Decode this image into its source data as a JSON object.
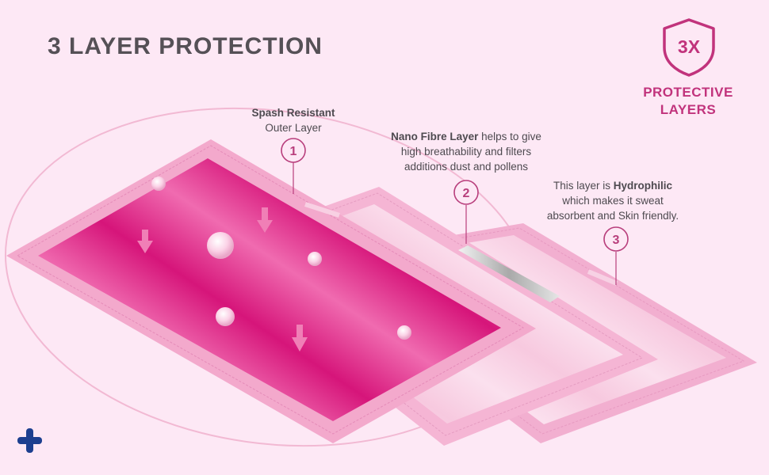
{
  "title": "3 LAYER PROTECTION",
  "badge": {
    "number": "3X",
    "line1": "PROTECTIVE",
    "line2": "LAYERS"
  },
  "annotations": [
    {
      "number": "1",
      "bold": "Spash Resistant",
      "text": "Outer Layer"
    },
    {
      "number": "2",
      "bold": "Nano Fibre Layer",
      "text_after_bold": " helps to give",
      "line2": "high breathability and filters",
      "line3": "additions dust and pollens"
    },
    {
      "number": "3",
      "prefix": "This layer is ",
      "bold": "Hydrophilic",
      "line2": "which makes it sweat",
      "line3": "absorbent and Skin friendly."
    }
  ],
  "colors": {
    "background": "#fde8f5",
    "accent": "#c1337c",
    "layer1": "#d81b7d",
    "layer_light": "#f4b8d6",
    "brand_plus": "#1d3f8f"
  },
  "icons": [
    "shield-icon",
    "plus-icon",
    "arrow-down-icon"
  ]
}
